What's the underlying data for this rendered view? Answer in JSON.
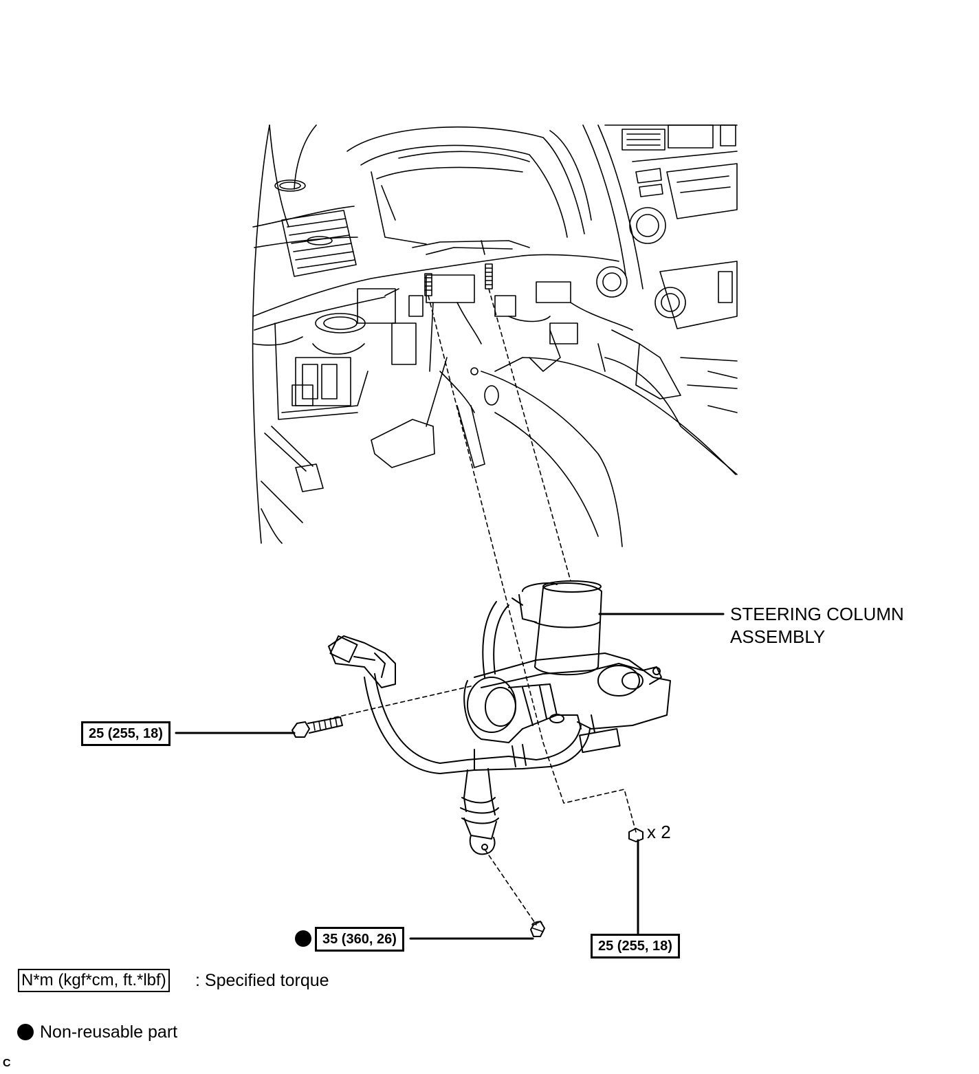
{
  "part_label": "STEERING COLUMN\nASSEMBLY",
  "quantity_label": "x 2",
  "torque_specs": {
    "column_bolt": "25 (255, 18)",
    "lower_bolt": "35 (360, 26)",
    "nuts": "25 (255, 18)"
  },
  "legend": {
    "torque_box_text": "N*m (kgf*cm, ft.*lbf)",
    "torque_desc": ": Specified torque",
    "nonreusable_desc": "Non-reusable part"
  },
  "figure_code": "C"
}
